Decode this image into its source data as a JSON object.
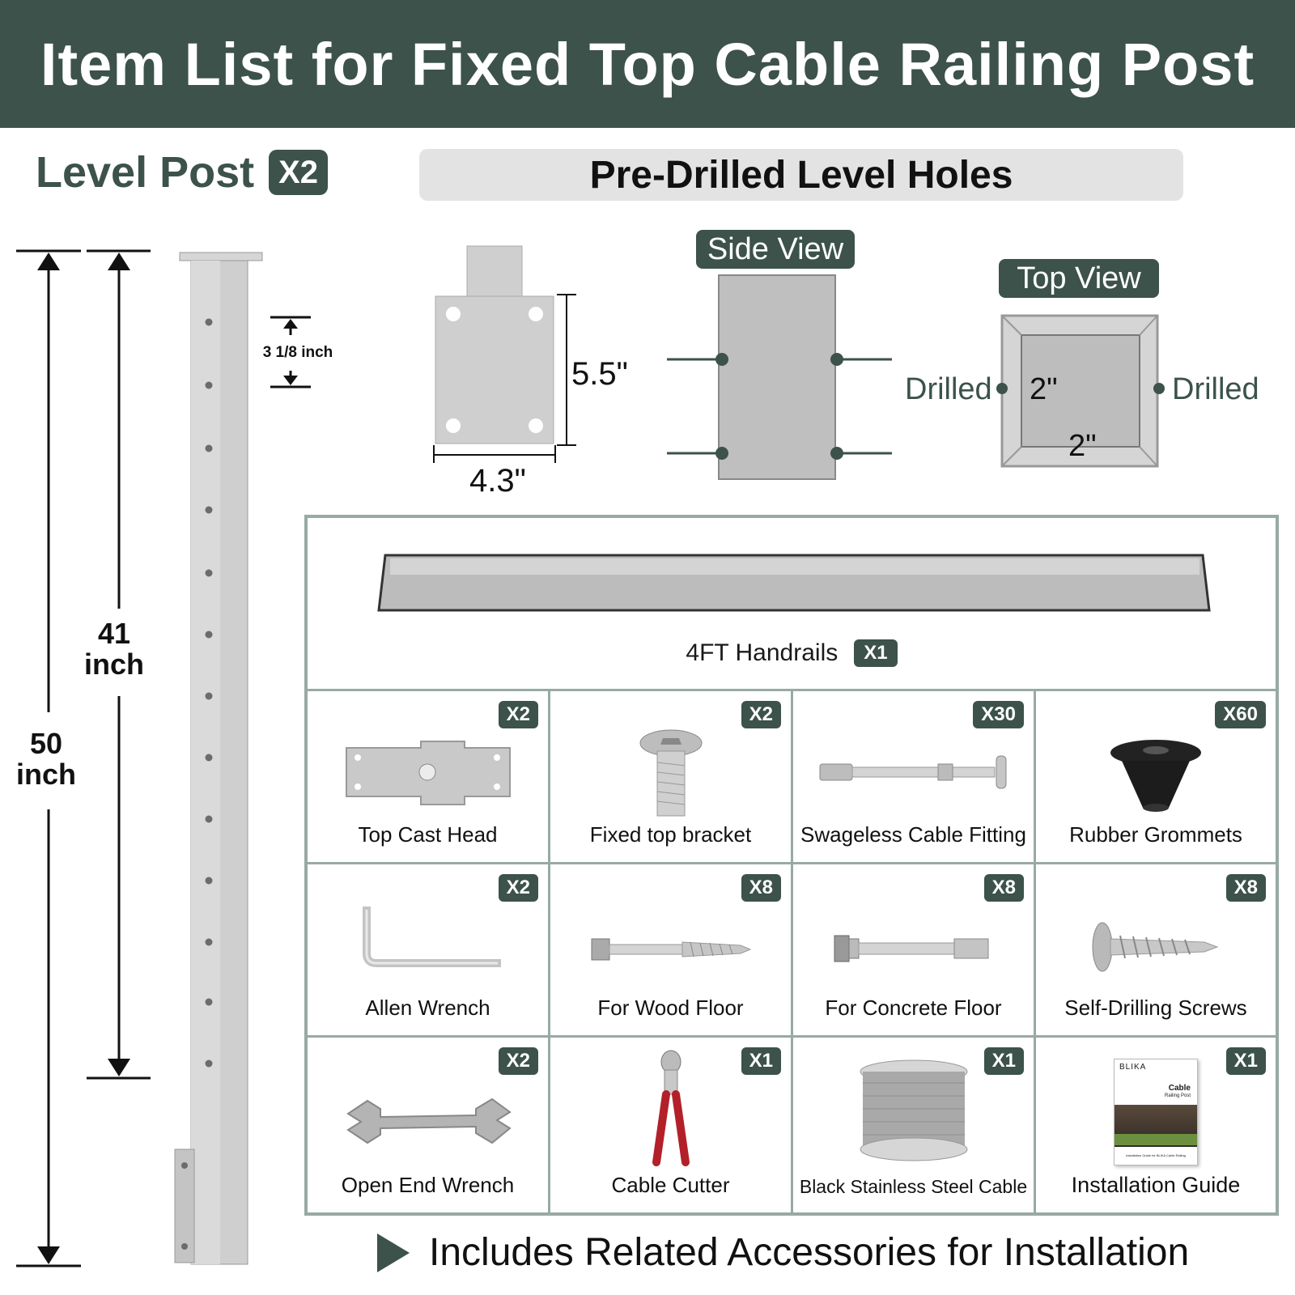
{
  "header": {
    "title": "Item List for Fixed Top Cable Railing Post"
  },
  "level_post": {
    "label": "Level Post",
    "qty": "X2"
  },
  "predrilled": {
    "title": "Pre-Drilled Level Holes"
  },
  "dimensions": {
    "total_height_num": "50",
    "total_height_unit": "inch",
    "cable_height_num": "41",
    "cable_height_unit": "inch",
    "hole_spacing": "3 1/8 inch",
    "plate_height": "5.5\"",
    "plate_width": "4.3\""
  },
  "side_view": {
    "label": "Side View"
  },
  "top_view": {
    "label": "Top View",
    "drilled_left": "Drilled",
    "drilled_right": "Drilled",
    "dim_a": "2\"",
    "dim_b": "2\""
  },
  "handrail": {
    "label": "4FT Handrails",
    "qty": "X1"
  },
  "items": [
    {
      "label": "Top Cast Head",
      "qty": "X2",
      "icon": "cast-head-icon"
    },
    {
      "label": "Fixed top bracket",
      "qty": "X2",
      "icon": "bolt-icon"
    },
    {
      "label": "Swageless Cable Fitting",
      "qty": "X30",
      "icon": "cable-fitting-icon"
    },
    {
      "label": "Rubber Grommets",
      "qty": "X60",
      "icon": "grommet-icon"
    },
    {
      "label": "Allen Wrench",
      "qty": "X2",
      "icon": "allen-wrench-icon"
    },
    {
      "label": "For Wood Floor",
      "qty": "X8",
      "icon": "lag-screw-icon"
    },
    {
      "label": "For Concrete Floor",
      "qty": "X8",
      "icon": "anchor-bolt-icon"
    },
    {
      "label": "Self-Drilling Screws",
      "qty": "X8",
      "icon": "screw-icon"
    },
    {
      "label": "Open End Wrench",
      "qty": "X2",
      "icon": "wrench-icon"
    },
    {
      "label": "Cable Cutter",
      "qty": "X1",
      "icon": "cable-cutter-icon"
    },
    {
      "label": "Black Stainless Steel Cable",
      "qty": "X1",
      "icon": "cable-spool-icon"
    },
    {
      "label": "Installation Guide",
      "qty": "X1",
      "icon": "guide-book-icon"
    }
  ],
  "guide_cover": {
    "brand": "BLIKA",
    "title": "Cable",
    "subtitle": "Railing Post",
    "footnote": "Installation Guide for BLIKA Cable Railing"
  },
  "footer": {
    "text": "Includes Related Accessories for Installation"
  },
  "colors": {
    "brand": "#3c524a",
    "border": "#98aaa2",
    "metal": "#c9c9c9"
  }
}
